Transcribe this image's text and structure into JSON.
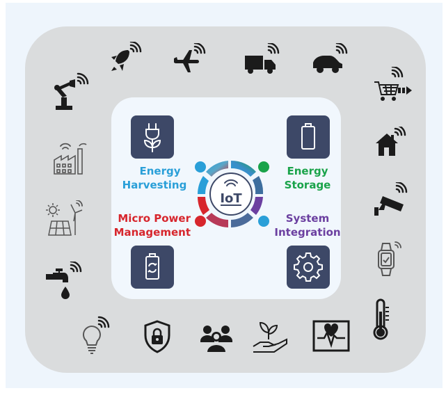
{
  "center": {
    "badge": "IoT",
    "energy_harvesting": {
      "line1": "Energy",
      "line2": "Harvesting",
      "color": "#2a9fd8"
    },
    "energy_storage": {
      "line1": "Energy",
      "line2": "Storage",
      "color": "#1aa34a"
    },
    "micro_power": {
      "line1": "Micro Power",
      "line2": "Management",
      "color": "#d7262d"
    },
    "system_integration": {
      "line1": "System",
      "line2": "Integration",
      "color": "#6b3fa0"
    }
  },
  "colors": {
    "tile": "#3d4867",
    "outer_ring": "#dadcdd",
    "inner_panel": "#f1f7fd",
    "icon_dark": "#1b1b1b"
  },
  "devices": {
    "top": [
      "rocket-icon",
      "airplane-icon",
      "truck-icon",
      "car-icon"
    ],
    "left": [
      "robot-arm-icon",
      "factory-icon",
      "solar-wind-icon",
      "water-tap-icon"
    ],
    "right": [
      "shopping-cart-icon",
      "smart-home-icon",
      "security-camera-icon",
      "smartwatch-icon",
      "thermometer-icon"
    ],
    "bottom": [
      "light-bulb-icon",
      "security-lock-icon",
      "people-group-icon",
      "plant-hand-icon",
      "heart-monitor-icon"
    ]
  }
}
